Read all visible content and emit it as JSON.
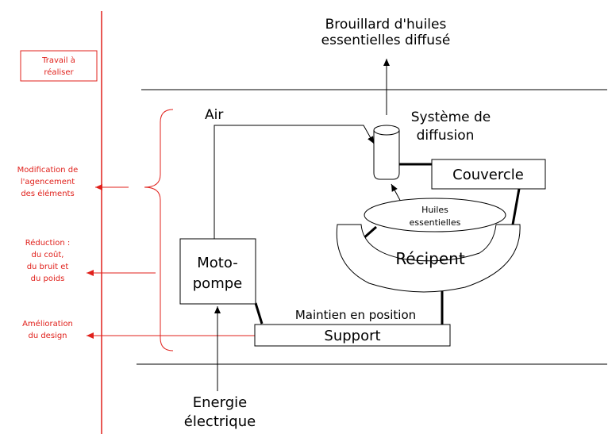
{
  "side_notes": {
    "task_box": [
      "Travail à",
      "réaliser"
    ],
    "modification": [
      "Modification de",
      "l'agencement",
      "des éléments"
    ],
    "reduction": [
      "Réduction :",
      "du coût,",
      "du bruit et",
      "du poids"
    ],
    "amelioration": [
      "Amélioration",
      "du design"
    ]
  },
  "labels": {
    "output": [
      "Brouillard d'huiles",
      "essentielles diffusé"
    ],
    "air": "Air",
    "diffusion": [
      "Système de",
      "diffusion"
    ],
    "couvercle": "Couvercle",
    "huiles": [
      "Huiles",
      "essentielles"
    ],
    "recipient": "Récipent",
    "motopompe": [
      "Moto-",
      "pompe"
    ],
    "maintien": "Maintien en position",
    "support": "Support",
    "energie": [
      "Energie",
      "électrique"
    ]
  },
  "colors": {
    "annotation": "#e0201b",
    "line": "#000000"
  }
}
